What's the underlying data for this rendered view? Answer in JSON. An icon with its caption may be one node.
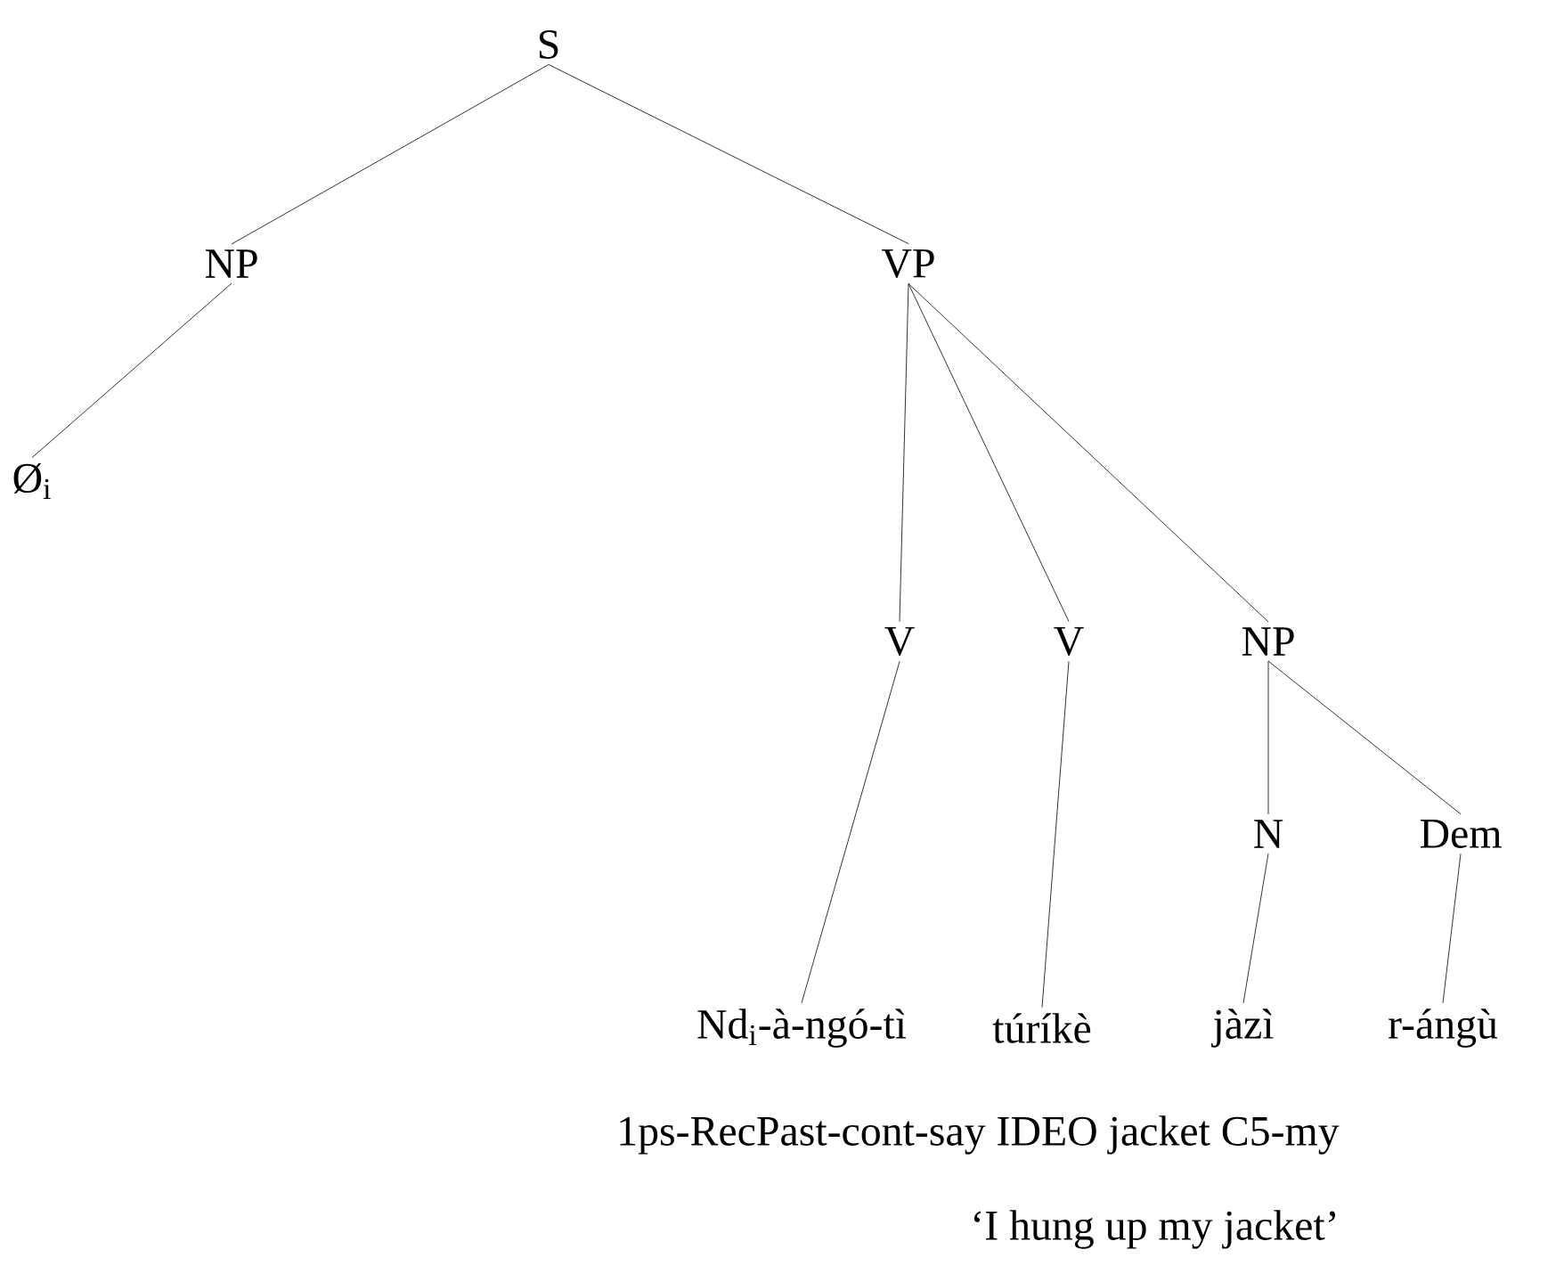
{
  "diagram": {
    "nodes": [
      {
        "text": [
          "S"
        ]
      },
      {
        "text": [
          "NP"
        ]
      },
      {
        "text": [
          "VP"
        ]
      },
      {
        "text": [
          "Ø$_{i}$"
        ]
      },
      {
        "text": [
          "V"
        ]
      },
      {
        "text": [
          "V"
        ]
      },
      {
        "text": [
          "NP"
        ]
      },
      {
        "text": [
          "N"
        ]
      },
      {
        "text": [
          "Dem"
        ]
      },
      {
        "text": [
          "Nd$_{i}$-à-ngó-tì"
        ]
      },
      {
        "text": [
          "túríkè"
        ]
      },
      {
        "text": [
          "jàzì"
        ]
      },
      {
        "text": [
          "r-ángù"
        ]
      }
    ],
    "edges": [
      {
        "from": 0,
        "to": 1,
        "arrow": "none"
      },
      {
        "from": 0,
        "to": 2,
        "arrow": "none"
      },
      {
        "from": 1,
        "to": 3,
        "arrow": "none"
      },
      {
        "from": 2,
        "to": 4,
        "arrow": "none"
      },
      {
        "from": 2,
        "to": 5,
        "arrow": "none"
      },
      {
        "from": 2,
        "to": 6,
        "arrow": "none"
      },
      {
        "from": 4,
        "to": 9,
        "arrow": "none"
      },
      {
        "from": 5,
        "to": 10,
        "arrow": "none"
      },
      {
        "from": 6,
        "to": 7,
        "arrow": "none"
      },
      {
        "from": 6,
        "to": 8,
        "arrow": "none"
      },
      {
        "from": 7,
        "to": 11,
        "arrow": "none"
      },
      {
        "from": 8,
        "to": 12,
        "arrow": "none"
      }
    ],
    "labels": [
      "1ps-RecPast-cont-say IDEO jacket C5-my",
      "‘I hung up my jacket’"
    ]
  }
}
